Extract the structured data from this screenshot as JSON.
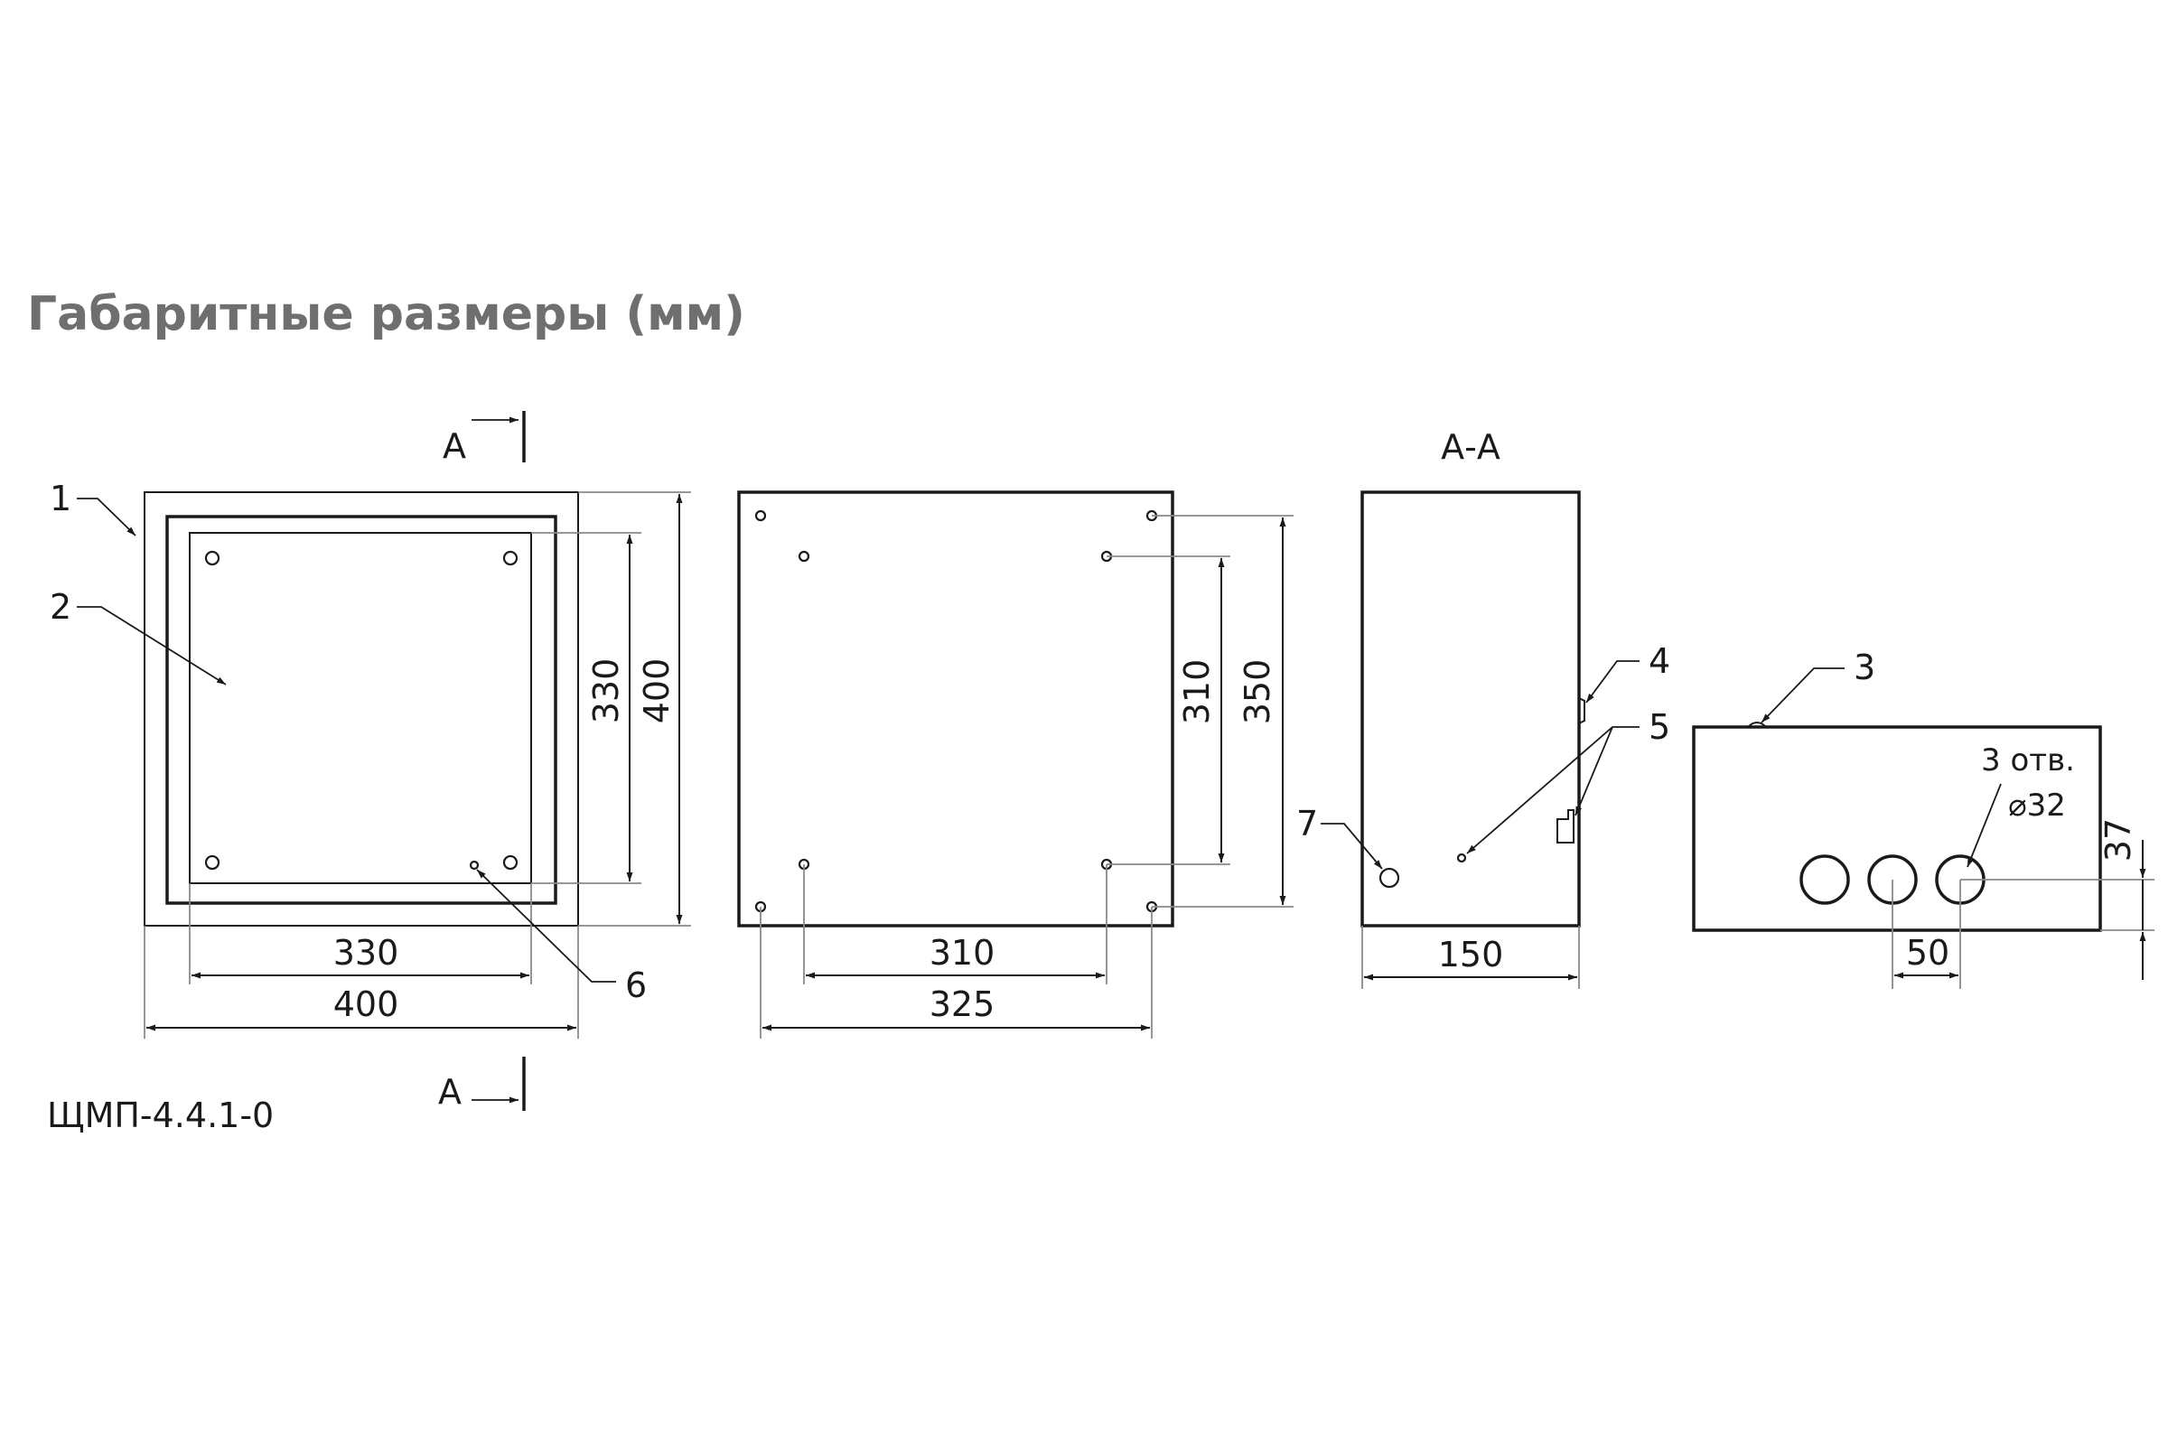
{
  "title": "Габаритные размеры (мм)",
  "model": "ЩМП-4.4.1-0",
  "section": {
    "mark": "А",
    "view_title": "А-А"
  },
  "callouts": [
    "1",
    "2",
    "3",
    "4",
    "5",
    "6",
    "7"
  ],
  "front_view": {
    "inner_width": "330",
    "outer_width": "400",
    "inner_height": "330",
    "outer_height": "400"
  },
  "back_view": {
    "hole_spacing_x": "310",
    "outer_spacing_x": "325",
    "hole_spacing_y": "310",
    "outer_spacing_y": "350"
  },
  "side_view": {
    "depth": "150"
  },
  "bottom_view": {
    "holes_note": "3 отв.",
    "hole_diameter": "⌀32",
    "hole_pitch": "50",
    "hole_offset": "37"
  }
}
